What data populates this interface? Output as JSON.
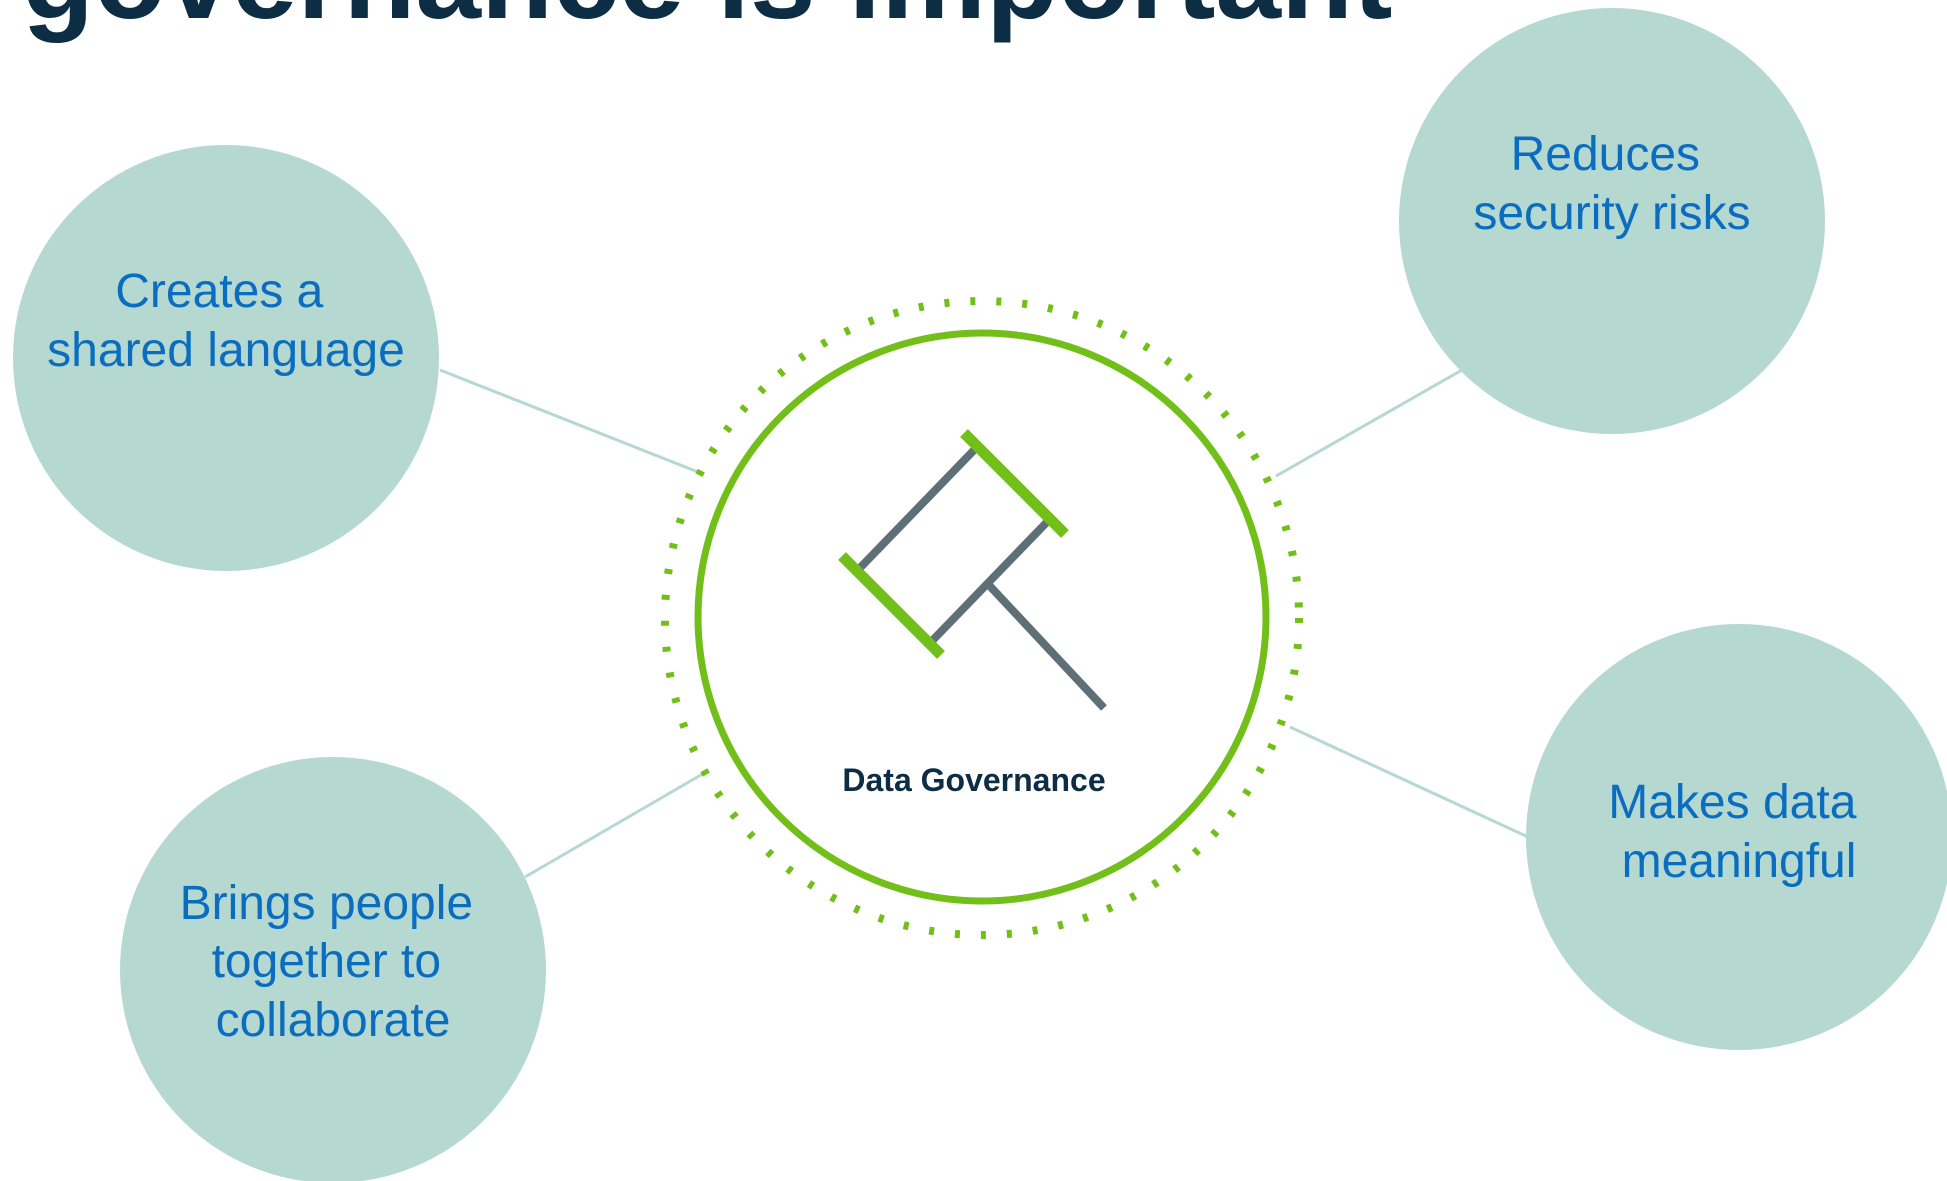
{
  "title": "governance is important",
  "colors": {
    "title": "#0d2d45",
    "bubble_fill": "#b5d8d0",
    "bubble_text": "#0a6dbf",
    "connector": "#b5d8d0",
    "ring": "#72bf1a",
    "icon_handle": "#5f6f78",
    "center_label": "#0d2d45"
  },
  "center": {
    "label": "Data Governance",
    "icon": "gavel-icon"
  },
  "bubbles": {
    "shared_language": {
      "line1": "Creates a",
      "line2": "shared language"
    },
    "security": {
      "line1": "Reduces",
      "line2": "security risks"
    },
    "collaborate": {
      "line1": "Brings people",
      "line2": "together to",
      "line3": "collaborate"
    },
    "meaningful": {
      "line1": "Makes data",
      "line2": "meaningful"
    }
  }
}
